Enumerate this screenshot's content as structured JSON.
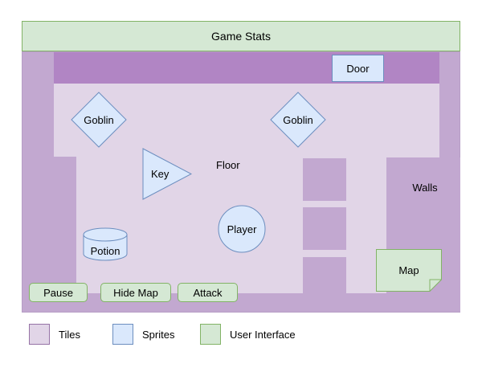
{
  "header": {
    "title": "Game Stats"
  },
  "game": {
    "floor_label": "Floor",
    "walls_label": "Walls",
    "sprites": [
      {
        "name": "goblin-1",
        "label": "Goblin",
        "shape": "diamond"
      },
      {
        "name": "goblin-2",
        "label": "Goblin",
        "shape": "diamond"
      },
      {
        "name": "key",
        "label": "Key",
        "shape": "triangle"
      },
      {
        "name": "player",
        "label": "Player",
        "shape": "circle"
      },
      {
        "name": "potion",
        "label": "Potion",
        "shape": "cylinder"
      },
      {
        "name": "door",
        "label": "Door",
        "shape": "rectangle"
      }
    ],
    "door": {
      "label": "Door"
    },
    "buttons": [
      {
        "name": "pause",
        "label": "Pause"
      },
      {
        "name": "hide-map",
        "label": "Hide Map"
      },
      {
        "name": "attack",
        "label": "Attack"
      }
    ],
    "map_note": {
      "label": "Map"
    }
  },
  "legend": {
    "items": [
      {
        "name": "tiles",
        "label": "Tiles",
        "fill": "#e1d5e7",
        "stroke": "#9673a6"
      },
      {
        "name": "sprites",
        "label": "Sprites",
        "fill": "#dae8fc",
        "stroke": "#6c8ebf"
      },
      {
        "name": "user-interface",
        "label": "User Interface",
        "fill": "#d5e8d4",
        "stroke": "#82b366"
      }
    ]
  },
  "colors": {
    "tiles_floor": "#e1d5e7",
    "tiles_wall": "#c2a8d0",
    "tiles_wall_dark": "#b185c4",
    "sprite_fill": "#dae8fc",
    "sprite_stroke": "#6c8ebf",
    "ui_fill": "#d5e8d4",
    "ui_stroke": "#82b366"
  }
}
